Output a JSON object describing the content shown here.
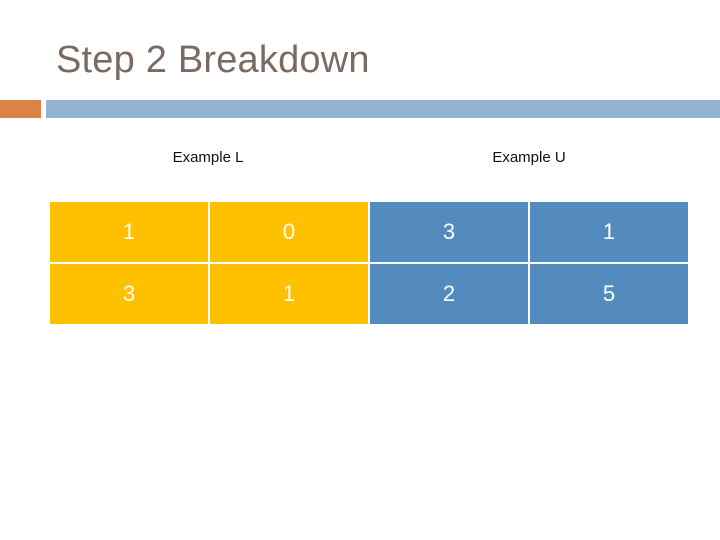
{
  "slide": {
    "title": "Step 2 Breakdown",
    "title_color": "#7a6a60",
    "background": "#ffffff"
  },
  "title_rule": {
    "nub_color": "#dd8247",
    "bar_color": "#93b3d2"
  },
  "captions": {
    "left": "Example L",
    "right": "Example U"
  },
  "table": {
    "gold_color": "#ffc000",
    "blue_color": "#548bbe",
    "column_tones": [
      "gold",
      "gold",
      "blue",
      "blue"
    ],
    "rows": [
      {
        "cells": [
          "1",
          "0",
          "3",
          "1"
        ]
      },
      {
        "cells": [
          "3",
          "1",
          "2",
          "5"
        ]
      }
    ]
  }
}
